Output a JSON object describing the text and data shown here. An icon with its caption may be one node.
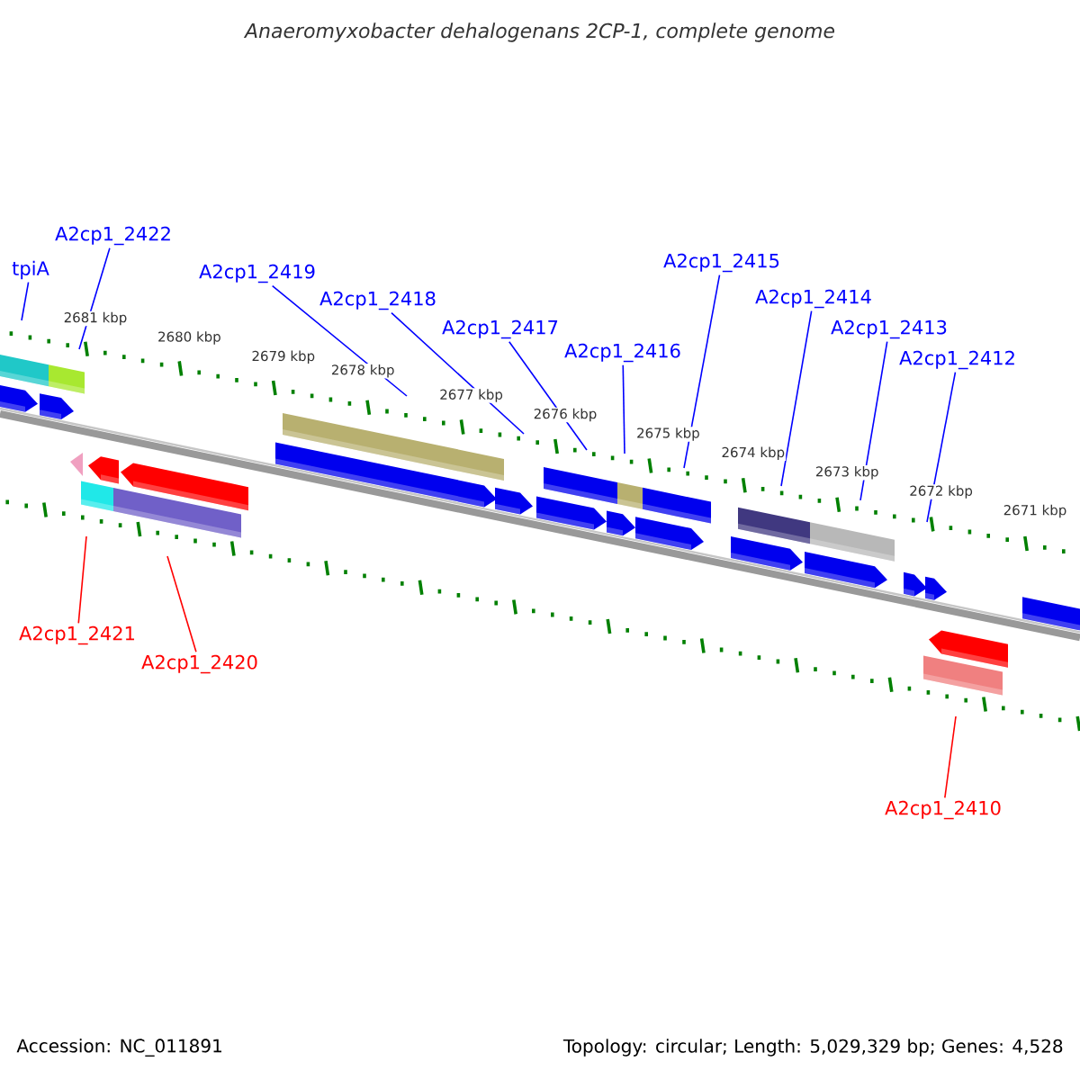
{
  "diagram": {
    "title": "Anaeromyxobacter dehalogenans 2CP-1, complete genome",
    "nodes": [
      {
        "text": [
          "tpiA"
        ]
      },
      {
        "text": [
          "A2cp1_2422"
        ]
      },
      {
        "text": [
          "A2cp1_2419"
        ]
      },
      {
        "text": [
          "A2cp1_2418"
        ]
      },
      {
        "text": [
          "A2cp1_2417"
        ]
      },
      {
        "text": [
          "A2cp1_2416"
        ]
      },
      {
        "text": [
          "A2cp1_2415"
        ]
      },
      {
        "text": [
          "A2cp1_2414"
        ]
      },
      {
        "text": [
          "A2cp1_2413"
        ]
      },
      {
        "text": [
          "A2cp1_2412"
        ]
      },
      {
        "text": [
          "A2cp1_2421"
        ]
      },
      {
        "text": [
          "A2cp1_2420"
        ]
      },
      {
        "text": [
          "A2cp1_2410"
        ]
      }
    ],
    "edges": [
      {
        "from": 0,
        "to": null,
        "arrow": "none"
      },
      {
        "from": 1,
        "to": null,
        "arrow": "none"
      },
      {
        "from": 2,
        "to": null,
        "arrow": "none"
      },
      {
        "from": 3,
        "to": null,
        "arrow": "none"
      },
      {
        "from": 4,
        "to": null,
        "arrow": "none"
      },
      {
        "from": 5,
        "to": null,
        "arrow": "none"
      },
      {
        "from": 6,
        "to": null,
        "arrow": "none"
      },
      {
        "from": 7,
        "to": null,
        "arrow": "none"
      },
      {
        "from": 8,
        "to": null,
        "arrow": "none"
      },
      {
        "from": 9,
        "to": null,
        "arrow": "none"
      },
      {
        "from": 10,
        "to": null,
        "arrow": "none",
        "color": "#ff0000"
      },
      {
        "from": 11,
        "to": null,
        "arrow": "none",
        "color": "#ff0000"
      },
      {
        "from": 12,
        "to": null,
        "arrow": "none",
        "color": "#ff0000"
      }
    ],
    "labels": [
      "2681 kbp",
      "2680 kbp",
      "2679 kbp",
      "2678 kbp",
      "2677 kbp",
      "2676 kbp",
      "2675 kbp",
      "2674 kbp",
      "2673 kbp",
      "2672 kbp",
      "2671 kbp",
      "Accession: NC_011891",
      "Topology: circular; Length: 5,029,329 bp; Genes: 4,528"
    ]
  }
}
